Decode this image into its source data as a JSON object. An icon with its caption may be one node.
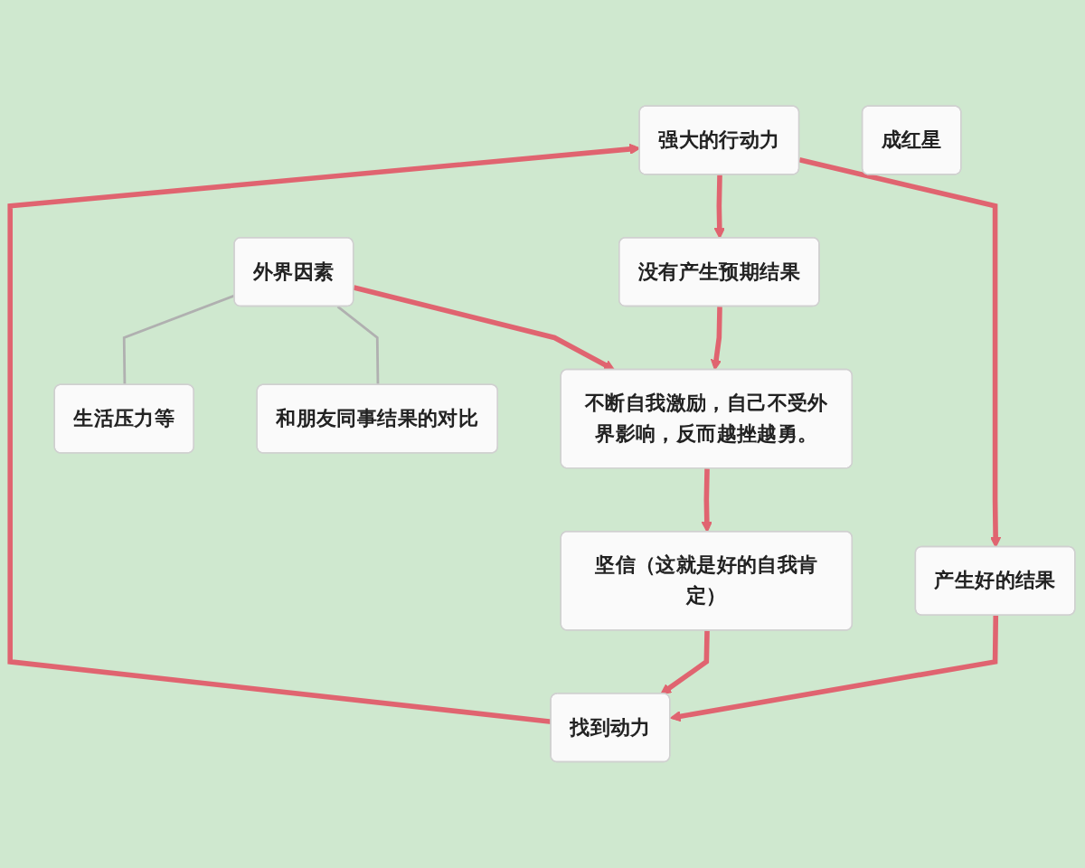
{
  "diagram": {
    "nodes": [
      {
        "text": [
          "强大的行动力"
        ]
      },
      {
        "text": [
          "产生好的结果"
        ]
      },
      {
        "text": [
          "没有产生预期结果"
        ]
      },
      {
        "text": [
          "和朋友同事结果的对比"
        ]
      },
      {
        "text": [
          "生活压力等"
        ]
      },
      {
        "text": [
          "外界因素"
        ]
      },
      {
        "text": [
          "不断自我激励，自己不受外界影响，反而越挫越勇。"
        ]
      },
      {
        "text": [
          "找到动力"
        ]
      },
      {
        "text": [
          "坚信（这就是好的自我肯定）"
        ]
      },
      {
        "text": [
          "成红星"
        ]
      }
    ],
    "edges": [
      {
        "from": 0,
        "to": 1,
        "arrow": "to"
      },
      {
        "from": 0,
        "to": 2,
        "arrow": "to"
      },
      {
        "from": 1,
        "to": 7,
        "arrow": "to"
      },
      {
        "from": 2,
        "to": 6,
        "arrow": "to"
      },
      {
        "from": 5,
        "to": 6,
        "arrow": "to"
      },
      {
        "from": 6,
        "to": 8,
        "arrow": "to"
      },
      {
        "from": 8,
        "to": 7,
        "arrow": "to"
      },
      {
        "from": 7,
        "to": 0,
        "arrow": "to"
      },
      {
        "from": 5,
        "to": 3,
        "arrow": "none",
        "color": "#b0b0b0"
      },
      {
        "from": 5,
        "to": 4,
        "arrow": "none",
        "color": "#b0b0b0"
      }
    ]
  }
}
